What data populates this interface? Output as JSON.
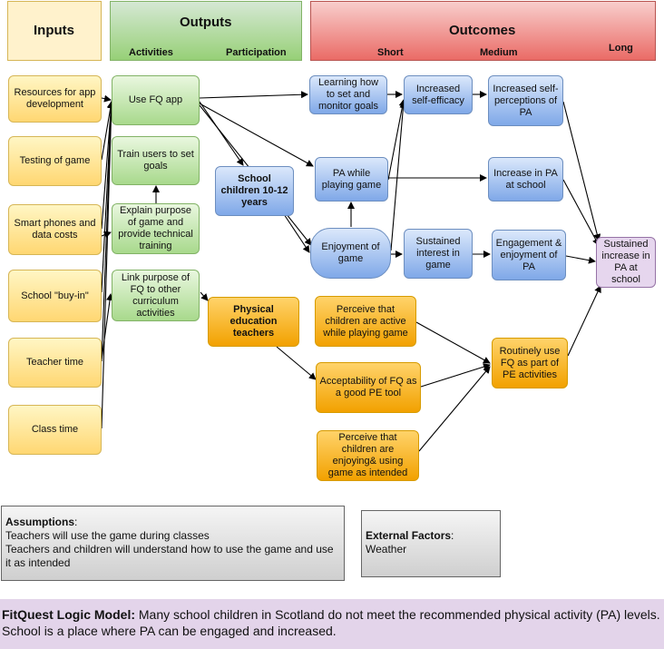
{
  "headers": {
    "inputs": "Inputs",
    "outputs": "Outputs",
    "activities": "Activities",
    "participation": "Participation",
    "outcomes": "Outcomes",
    "short": "Short",
    "medium": "Medium",
    "long": "Long"
  },
  "inputs": {
    "resources": "Resources for app development",
    "testing": "Testing of game",
    "phones": "Smart phones and data costs",
    "buyin": "School \"buy-in\"",
    "teacher_time": "Teacher time",
    "class_time": "Class time"
  },
  "activities": {
    "use_app": "Use FQ app",
    "train": "Train users to set goals",
    "explain": "Explain purpose of game and provide technical training",
    "link": "Link purpose of FQ to other curriculum activities"
  },
  "participation": {
    "children": "School children 10-12 years",
    "teachers": "Physical education teachers"
  },
  "short": {
    "learning": "Learning how to set and monitor goals",
    "pa_playing": "PA while playing game",
    "enjoyment": "Enjoyment of game",
    "perceive_active": "Perceive that children are  active while playing game",
    "acceptability": "Acceptability of FQ as a good PE tool",
    "perceive_enjoying": "Perceive that children are enjoying& using game as intended"
  },
  "medium": {
    "self_efficacy": "Increased self-efficacy",
    "sustained_interest": "Sustained interest in game",
    "self_perceptions": "Increased self-perceptions of PA",
    "pa_school": "Increase in PA at school",
    "engagement": "Engagement & enjoyment of PA",
    "routinely": "Routinely use FQ as part of PE activities"
  },
  "long": {
    "sustained_pa": "Sustained increase in PA at school"
  },
  "assumptions": {
    "title": "Assumptions",
    "colon": ":",
    "line1": "Teachers will use the game during classes",
    "line2": "Teachers and children will understand how to use the game and use it as intended"
  },
  "external": {
    "title": "External Factors",
    "colon": ":",
    "line1": "Weather"
  },
  "caption": {
    "title": "FitQuest Logic Model:",
    "text": " Many school children in Scotland do not meet the recommended physical activity (PA) levels. School is a place where PA can be engaged and increased."
  },
  "colors": {
    "inputs": "#ffd772",
    "activities": "#a8d98c",
    "children_outcomes": "#7fa8e8",
    "teacher_outcomes": "#f2a100",
    "long_term": "#e6d6ee",
    "outcomes_header": "#e05555"
  }
}
